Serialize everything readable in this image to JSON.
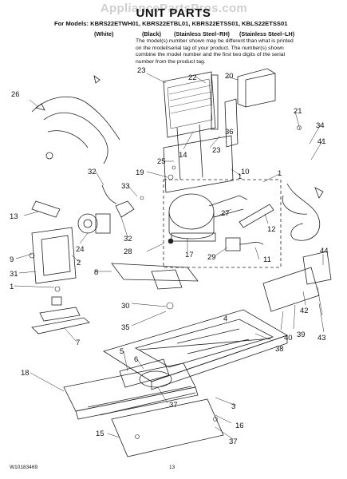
{
  "watermark": "AppliancePartsPros.com",
  "title": "UNIT PARTS",
  "models_line": "For Models: KBRS22ETWH01, KBRS22ETBL01, KBRS22ETSS01, KBLS22ETSS01",
  "variants": [
    "(White)",
    "(Black)",
    "(Stainless Steel–RH)",
    "(Stainless Steel–LH)"
  ],
  "note": "The model(s) number shown may be different than what is printed on the model/serial tag of your product. The number(s) shown combine the model number and the first two digits of the serial number from the product tag.",
  "footer": {
    "doc_number": "W10183469",
    "page_number": "13"
  },
  "callouts": [
    "1",
    "1",
    "1",
    "2",
    "3",
    "4",
    "5",
    "6",
    "7",
    "8",
    "9",
    "10",
    "11",
    "12",
    "13",
    "14",
    "15",
    "16",
    "17",
    "18",
    "19",
    "20",
    "21",
    "22",
    "23",
    "23",
    "24",
    "25",
    "26",
    "27",
    "28",
    "29",
    "30",
    "31",
    "32",
    "32",
    "33",
    "34",
    "35",
    "36",
    "37",
    "37",
    "38",
    "39",
    "40",
    "41",
    "42",
    "43",
    "44"
  ]
}
